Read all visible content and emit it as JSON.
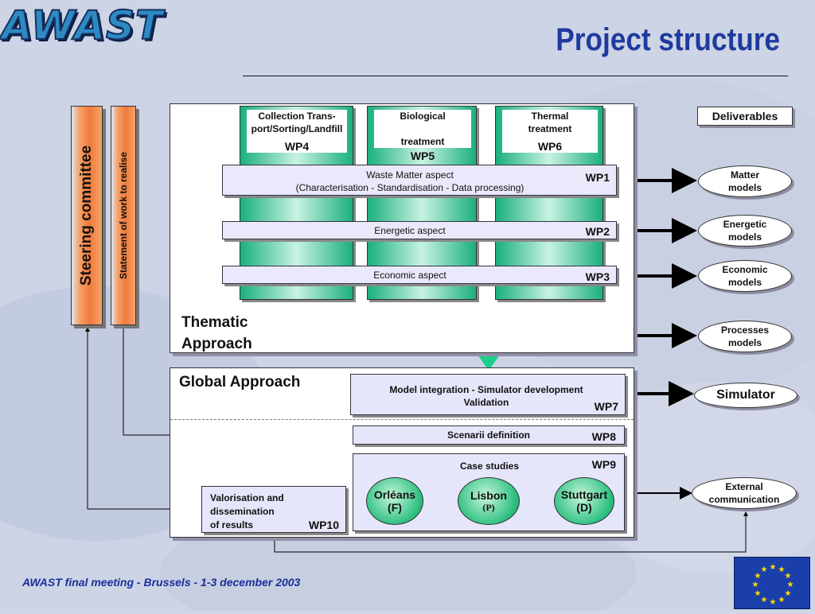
{
  "logo": "AWAST",
  "title": "Project structure",
  "steering": "Steering committee",
  "statement": "Statement of work to realise",
  "columns": [
    {
      "line1": "Collection Trans-",
      "line2": "port/Sorting/Landfill",
      "wp": "WP4"
    },
    {
      "line1": "Biological",
      "line2": "treatment",
      "wp": "WP5"
    },
    {
      "line1": "Thermal",
      "line2": "treatment",
      "wp": "WP6"
    }
  ],
  "aspects": [
    {
      "line1": "Waste Matter aspect",
      "line2": "(Characterisation - Standardisation - Data processing)",
      "wp": "WP1"
    },
    {
      "line1": "Energetic aspect",
      "line2": "",
      "wp": "WP2"
    },
    {
      "line1": "Economic aspect",
      "line2": "",
      "wp": "WP3"
    }
  ],
  "thematic": {
    "line1": "Thematic",
    "line2": "Approach"
  },
  "global_label": "Global Approach",
  "wp7": {
    "line1": "Model integration - Simulator development",
    "line2": "Validation",
    "wp": "WP7"
  },
  "wp8": {
    "label": "Scenarii definition",
    "wp": "WP8"
  },
  "wp9": {
    "label": "Case studies",
    "wp": "WP9"
  },
  "cities": [
    {
      "name": "Orléans",
      "country": "(F)"
    },
    {
      "name": "Lisbon",
      "country": "(P)"
    },
    {
      "name": "Stuttgart",
      "country": "(D)"
    }
  ],
  "wp10": {
    "line1": "Valorisation and",
    "line2": "dissemination",
    "line3": "of results",
    "wp": "WP10"
  },
  "deliverables": {
    "header": "Deliverables",
    "matter": {
      "line1": "Matter",
      "line2": "models"
    },
    "energetic": {
      "line1": "Energetic",
      "line2": "models"
    },
    "economic": {
      "line1": "Economic",
      "line2": "models"
    },
    "processes": {
      "line1": "Processes",
      "line2": "models"
    },
    "simulator": "Simulator",
    "external": {
      "line1": "External",
      "line2": "communication"
    }
  },
  "footer": "AWAST final meeting - Brussels - 1-3 december 2003",
  "colors": {
    "title": "#1f3a9e",
    "steering_box": "#f07a3c",
    "column_green": "#1bb07e",
    "footer": "#1b2f9c",
    "eu_flag": "#1a3faa",
    "eu_stars": "#ffdd00"
  }
}
